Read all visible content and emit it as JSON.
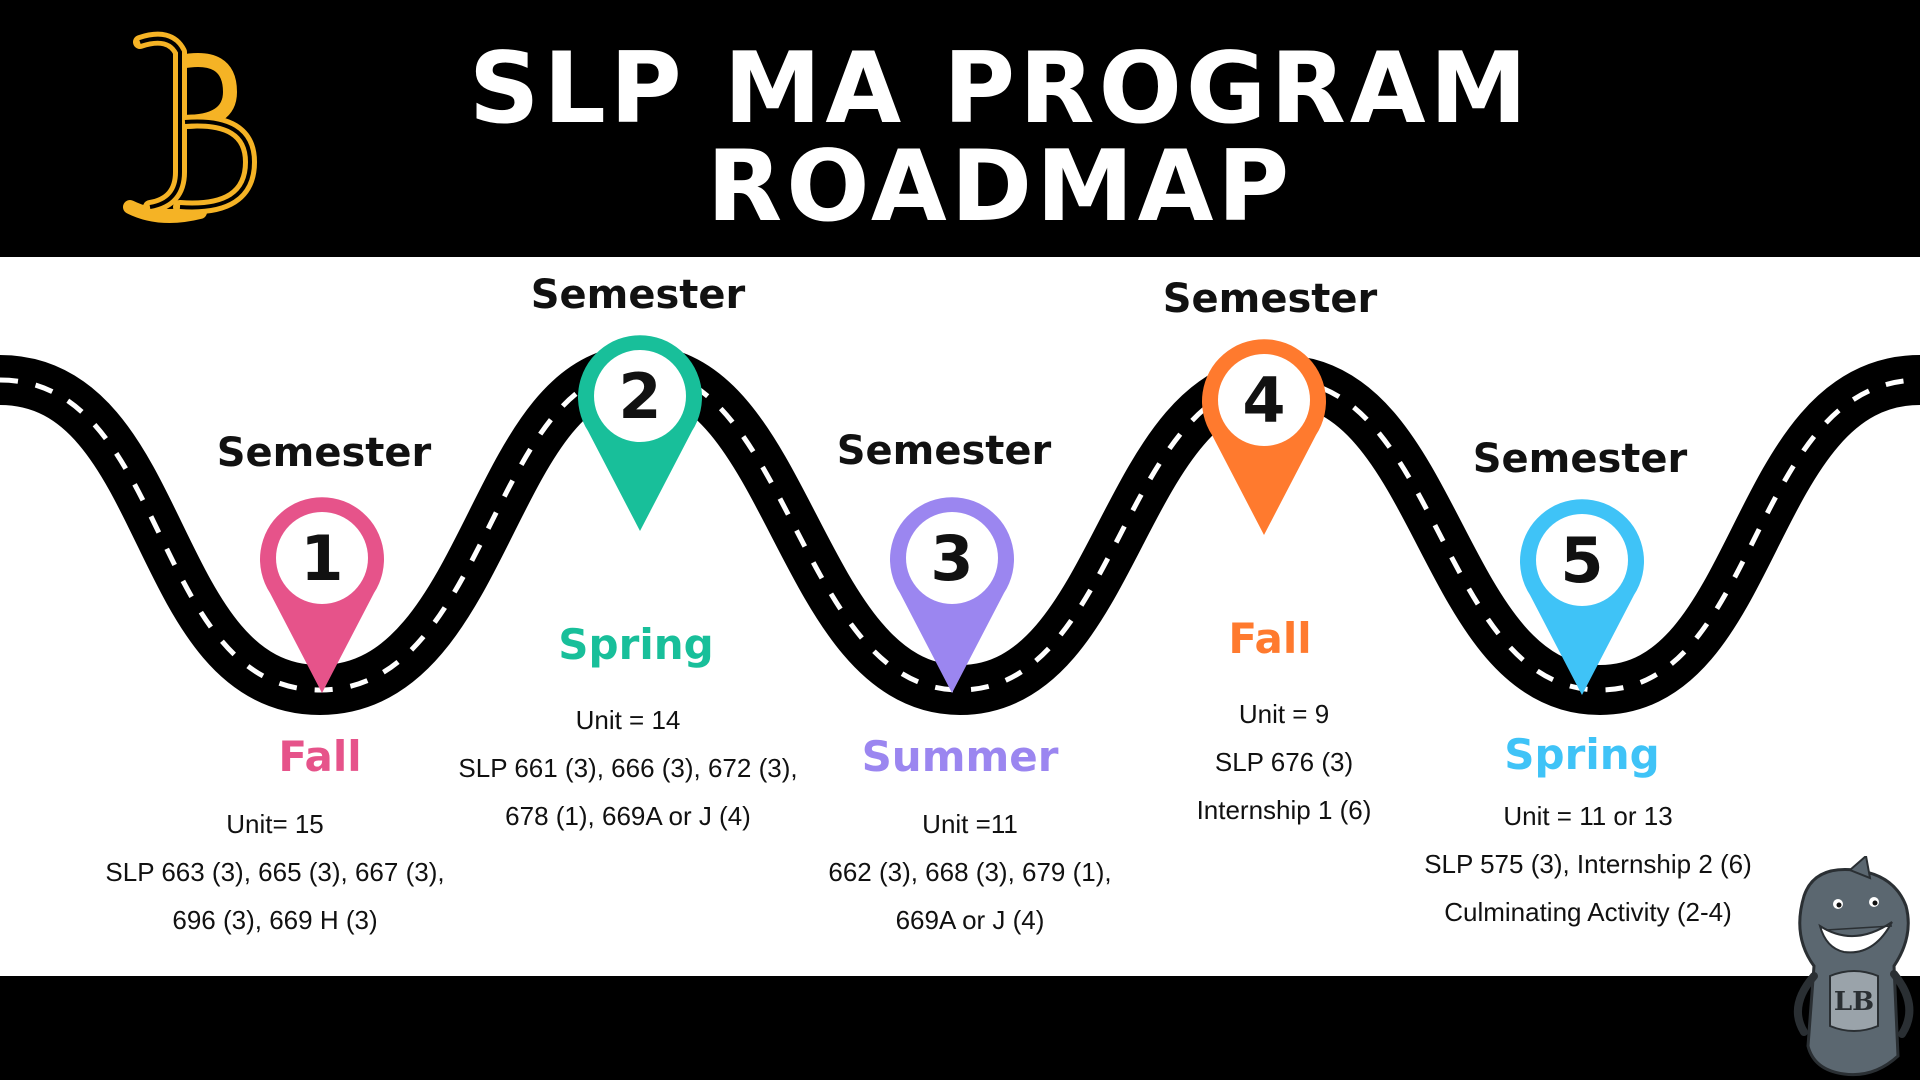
{
  "title": {
    "line1": "SLP MA PROGRAM",
    "line2": "ROADMAP"
  },
  "logo": {
    "icon": "lb-monogram-logo",
    "color": "#F5B325"
  },
  "semester_word": "Semester",
  "semesters": [
    {
      "number": "1",
      "season": "Fall",
      "color": "#E6538A",
      "units": "Unit= 15",
      "courses": [
        "SLP 663 (3), 665 (3), 667 (3),",
        "696 (3), 669 H (3)"
      ]
    },
    {
      "number": "2",
      "season": "Spring",
      "color": "#18BF9A",
      "units": "Unit = 14",
      "courses": [
        "SLP 661 (3), 666 (3), 672 (3),",
        "678 (1), 669A or J (4)"
      ]
    },
    {
      "number": "3",
      "season": "Summer",
      "color": "#9B86F0",
      "units": "Unit =11",
      "courses": [
        "662 (3), 668 (3), 679 (1),",
        "669A or J (4)"
      ]
    },
    {
      "number": "4",
      "season": "Fall",
      "color": "#FF7A2E",
      "units": "Unit = 9",
      "courses": [
        "SLP 676 (3)",
        "Internship 1 (6)"
      ]
    },
    {
      "number": "5",
      "season": "Spring",
      "color": "#3FC3F7",
      "units": "Unit = 11 or 13",
      "courses": [
        "SLP 575 (3), Internship 2 (6)",
        "Culminating Activity (2-4)"
      ]
    }
  ],
  "mascot": {
    "icon": "shark-mascot-icon"
  }
}
